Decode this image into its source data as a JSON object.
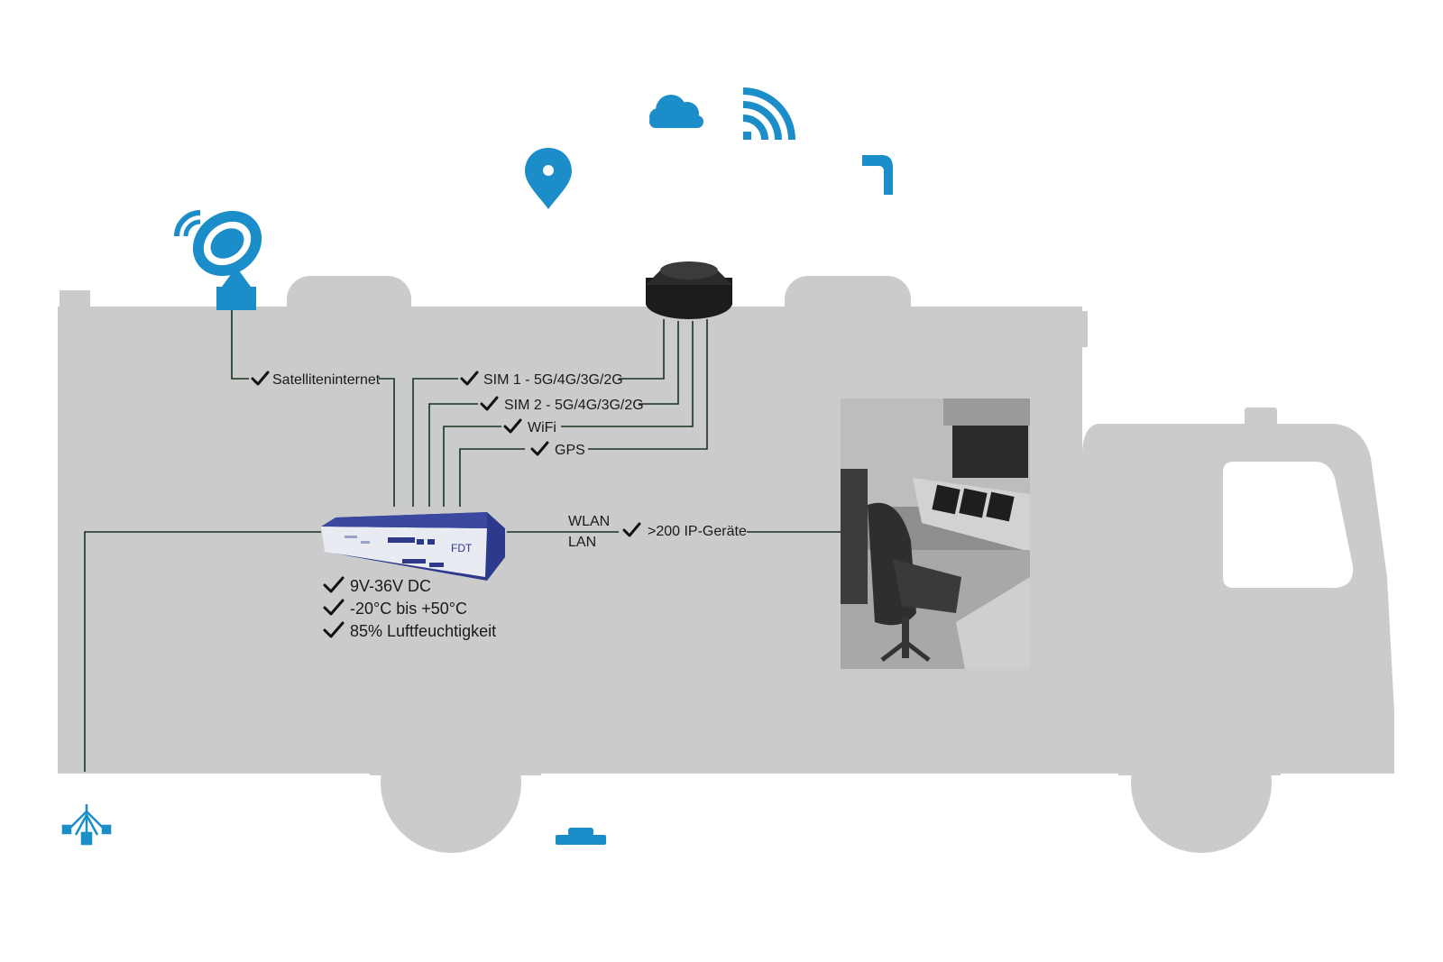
{
  "colors": {
    "truck": "#cbcbcb",
    "icon_blue": "#1b8ec9",
    "wire": "#17331f",
    "router_body": "#2d3a8c",
    "router_face": "#e9ebf2"
  },
  "icons": {
    "cloud": "cloud-icon",
    "signal": "signal-waves-icon",
    "location": "location-pin-icon",
    "bracket": "bracket-icon",
    "satellite": "satellite-dish-icon",
    "antenna": "roof-antenna-icon",
    "fiber": "fiber-cable-icon",
    "base": "base-station-icon"
  },
  "connections": {
    "satellite": "Satelliteninternet",
    "sim1": "SIM 1 - 5G/4G/3G/2G",
    "sim2": "SIM 2 - 5G/4G/3G/2G",
    "wifi": "WiFi",
    "gps": "GPS"
  },
  "network": {
    "wlan": "WLAN",
    "lan": "LAN",
    "devices": ">200 IP-Geräte"
  },
  "router": {
    "brand": "FDT"
  },
  "specs": [
    "9V-36V DC",
    "-20°C bis +50°C",
    "85% Luftfeuchtigkeit"
  ]
}
